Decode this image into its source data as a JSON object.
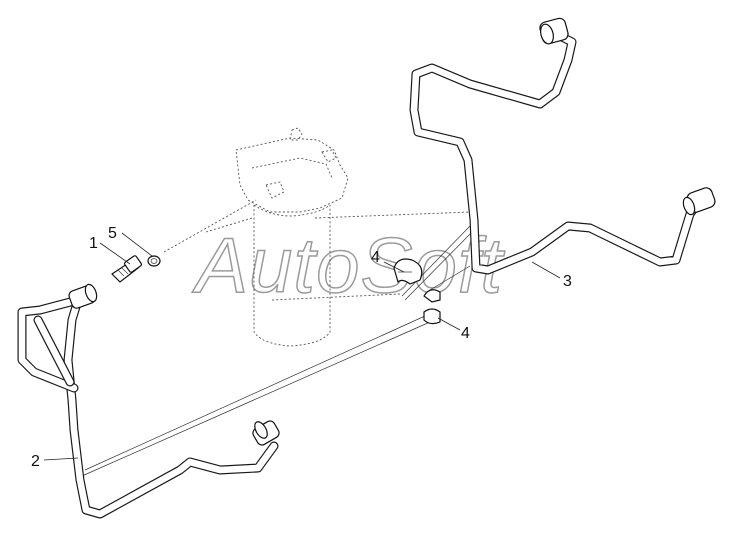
{
  "callouts": {
    "c1": "1",
    "c2": "2",
    "c3": "3",
    "c4a": "4",
    "c4b": "4",
    "c5": "5"
  },
  "watermark": "AutoSoft",
  "colors": {
    "line": "#1a1a1a",
    "ghost": "#555555",
    "watermark": "#8a8a8a"
  }
}
